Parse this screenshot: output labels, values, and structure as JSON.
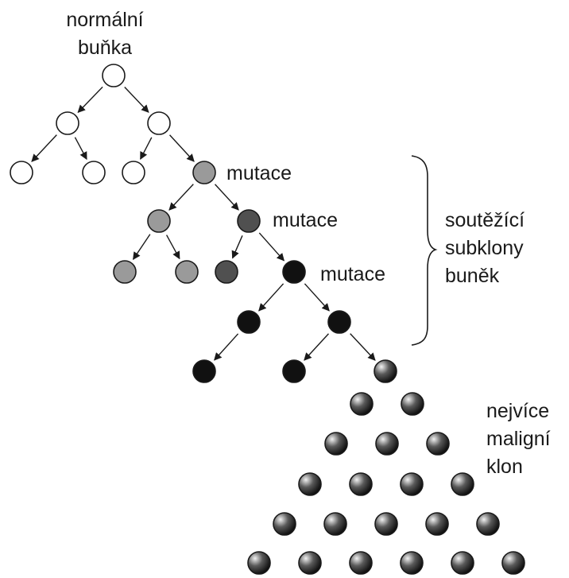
{
  "labels": {
    "normal_cell_line1": "normální",
    "normal_cell_line2": "buňka",
    "mutation_1": "mutace",
    "mutation_2": "mutace",
    "mutation_3": "mutace",
    "subclones_line1": "soutěžící",
    "subclones_line2": "subklony",
    "subclones_line3": "buněk",
    "malignant_line1": "nejvíce",
    "malignant_line2": "maligní",
    "malignant_line3": "klon"
  },
  "cell_colors": {
    "normal": "#ffffff",
    "mutation_1": "#9a9a9a",
    "mutation_2": "#505050",
    "mutation_3": "#111111",
    "malignant_highlight": "#f2f2f2",
    "malignant_dark": "#0a0a0a"
  },
  "cell_types": [
    "normal",
    "mutation_1",
    "mutation_2",
    "mutation_3",
    "malignant"
  ]
}
